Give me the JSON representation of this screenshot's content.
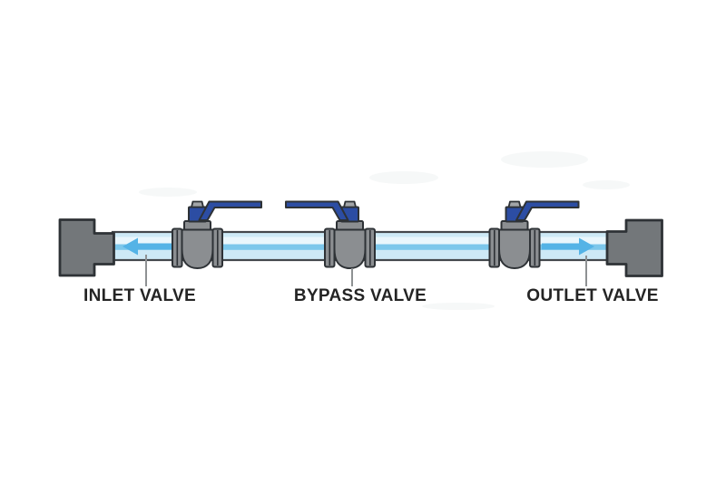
{
  "diagram": {
    "valves": [
      {
        "label": "INLET VALVE",
        "handle_direction": "right",
        "position": "left"
      },
      {
        "label": "BYPASS VALVE",
        "handle_direction": "left",
        "position": "center"
      },
      {
        "label": "OUTLET VALVE",
        "handle_direction": "right",
        "position": "right"
      }
    ],
    "flow_arrows": [
      {
        "section": "inlet-pipe-section",
        "direction": "left"
      },
      {
        "section": "outlet-pipe-section",
        "direction": "right"
      }
    ]
  },
  "colors": {
    "background": "#ffffff",
    "pipe-fill": "#cde9f6",
    "pipe-highlight": "#e9f6fc",
    "flow-stripe": "#7cc7eb",
    "arrow-blue": "#54b3e6",
    "valve-gray": "#8b8e91",
    "fitting-gray": "#73777a",
    "nut-gray": "#a2a5a8",
    "handle-blue": "#2c4da3",
    "outline-dark": "#2e3236",
    "pipe-outline": "#43474b",
    "leader-gray": "#8e9193",
    "label-color": "#242424",
    "smudge": "#eef1f2"
  }
}
